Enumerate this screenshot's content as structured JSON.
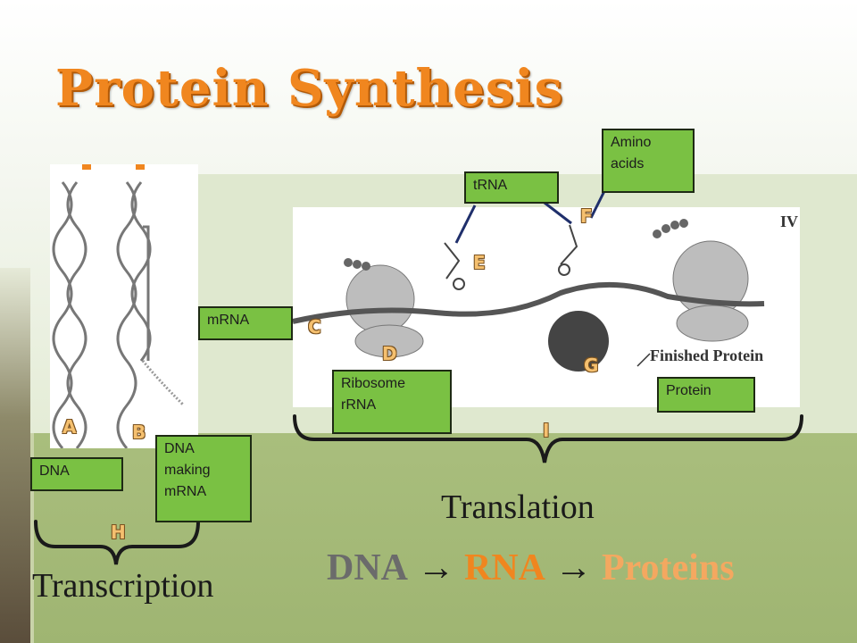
{
  "title": "Protein Synthesis",
  "boxes": {
    "dna": "DNA",
    "dna_making_mrna": "DNA\nmaking\nmRNA",
    "mrna": "mRNA",
    "trna": "tRNA",
    "amino_acids": "Amino\nacids",
    "ribosome": "Ribosome\nrRNA",
    "protein": "Protein"
  },
  "letters": {
    "a": "A",
    "b": "B",
    "c": "C",
    "d": "D",
    "e": "E",
    "f": "F",
    "g": "G",
    "h": "H",
    "i": "I"
  },
  "figure_text": {
    "stage": "IV",
    "finished_protein": "Finished Protein"
  },
  "captions": {
    "transcription": "Transcription",
    "translation": "Translation"
  },
  "flow": {
    "dna": "DNA",
    "arrow1": " → ",
    "rna": "RNA",
    "arrow2": " → ",
    "proteins": "Proteins"
  },
  "colors": {
    "title": "#f0861f",
    "label_box": "#7ac143",
    "flow_dna": "#6b6b6b",
    "flow_rna": "#f0861f",
    "flow_proteins": "#f4a860"
  }
}
